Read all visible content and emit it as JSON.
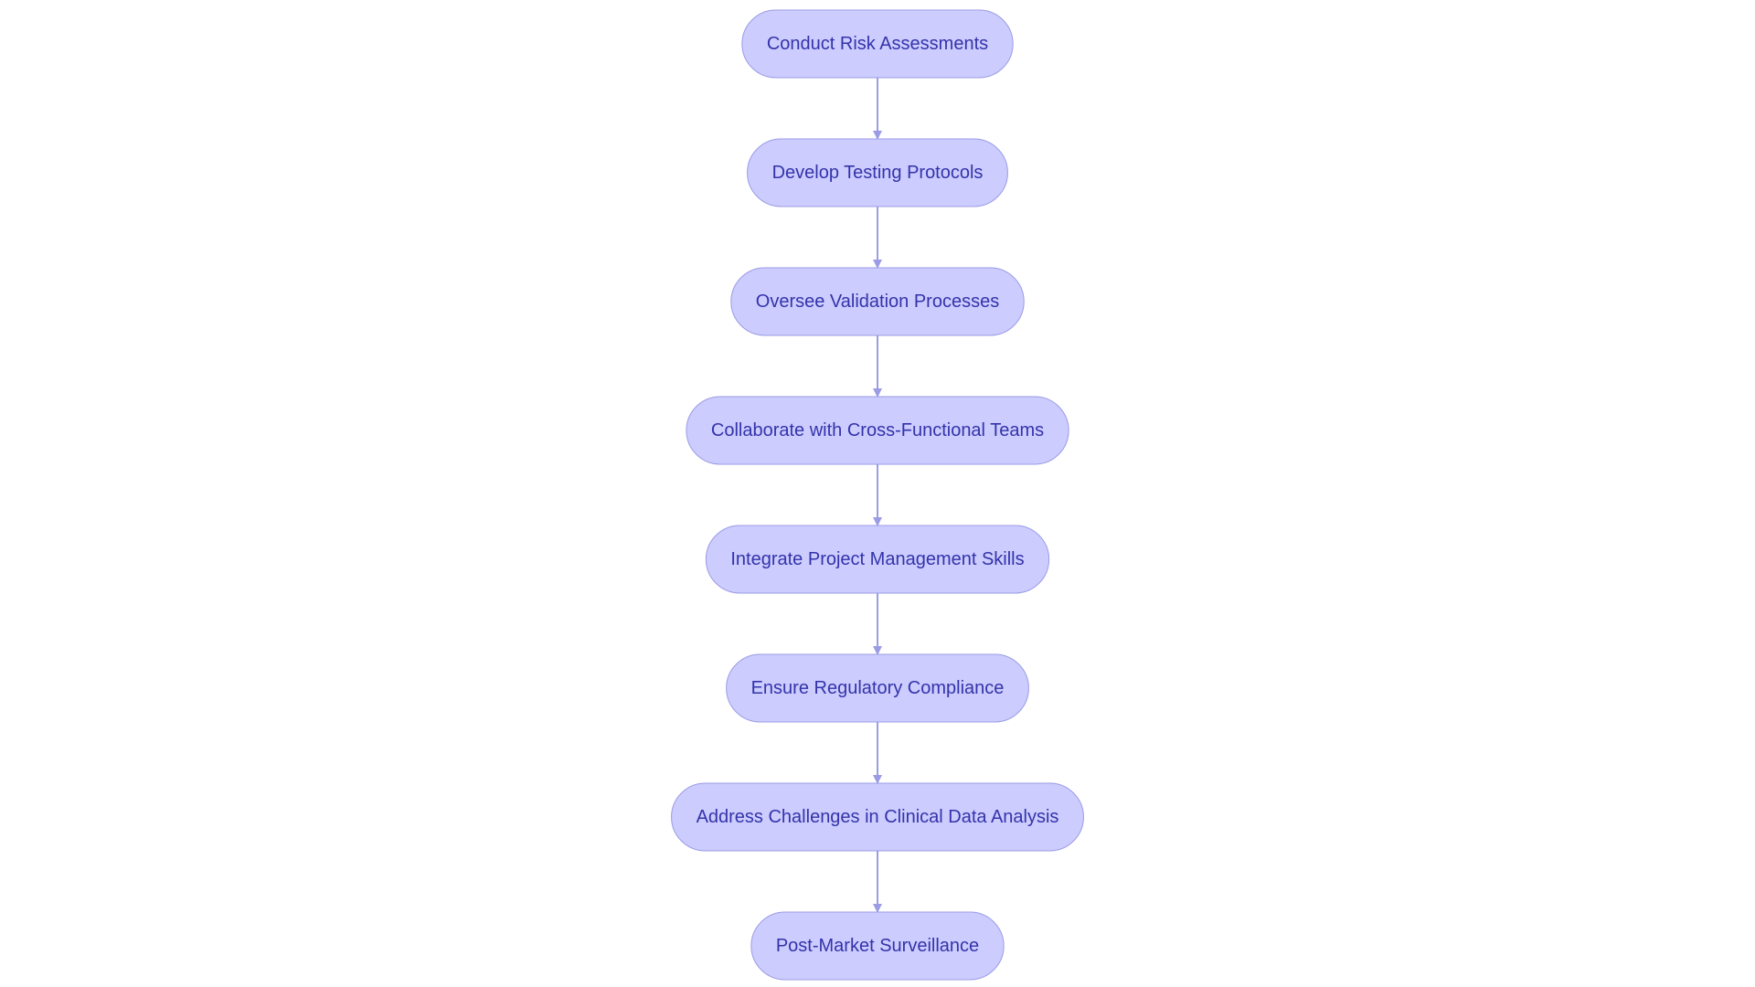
{
  "flowchart": {
    "nodes": [
      {
        "id": "n1",
        "label": "Conduct Risk Assessments"
      },
      {
        "id": "n2",
        "label": "Develop Testing Protocols"
      },
      {
        "id": "n3",
        "label": "Oversee Validation Processes"
      },
      {
        "id": "n4",
        "label": "Collaborate with Cross-Functional Teams"
      },
      {
        "id": "n5",
        "label": "Integrate Project Management Skills"
      },
      {
        "id": "n6",
        "label": "Ensure Regulatory Compliance"
      },
      {
        "id": "n7",
        "label": "Address Challenges in Clinical Data Analysis"
      },
      {
        "id": "n8",
        "label": "Post-Market Surveillance"
      }
    ],
    "edges": [
      {
        "from": "n1",
        "to": "n2"
      },
      {
        "from": "n2",
        "to": "n3"
      },
      {
        "from": "n3",
        "to": "n4"
      },
      {
        "from": "n4",
        "to": "n5"
      },
      {
        "from": "n5",
        "to": "n6"
      },
      {
        "from": "n6",
        "to": "n7"
      },
      {
        "from": "n7",
        "to": "n8"
      }
    ]
  },
  "colors": {
    "node_fill": "#CCCCFF",
    "node_stroke": "#9B9BE6",
    "node_text": "#3333AA",
    "edge": "#9B9BE6"
  }
}
